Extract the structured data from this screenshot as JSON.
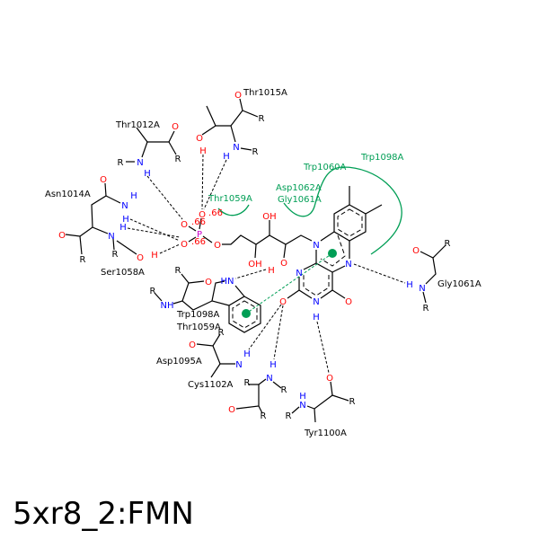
{
  "title": "5xr8_2:FMN",
  "colors": {
    "carbon": "#000000",
    "oxygen": "#ff0000",
    "nitrogen": "#0000ff",
    "phosphorus": "#cc00cc",
    "interaction": "#009e55"
  },
  "residue_labels": [
    "Thr1015A",
    "Thr1012A",
    "Asn1014A",
    "Ser1058A",
    "Trp1098A",
    "Thr1059A",
    "Asp1095A",
    "Cys1102A",
    "Tyr1100A",
    "Gly1061A"
  ],
  "hydrophobic_labels": [
    "Thr1059A",
    "Asp1062A",
    "Gly1061A",
    "Trp1060A",
    "Trp1098A"
  ],
  "atoms": [
    "O",
    "R",
    "N",
    "R",
    "H",
    "O",
    "H",
    "O",
    "R",
    "N",
    "R",
    "H",
    "O",
    "N",
    "H",
    "H",
    "O",
    "R",
    "N",
    "H",
    "R",
    "O",
    "H",
    "O",
    "O",
    "O",
    "P",
    ".66",
    ".66",
    ".66",
    "O",
    "O",
    "H",
    "OH",
    "OH",
    "N",
    "N",
    "N",
    "N",
    "H",
    "O",
    "O",
    "R",
    "O",
    "HN",
    "NH",
    "R",
    "O",
    "R",
    "N",
    "H",
    "R",
    "N",
    "H",
    "R",
    "O",
    "R",
    "O",
    "R",
    "H",
    "N",
    "R",
    "O",
    "R",
    "H",
    "N",
    "R"
  ]
}
